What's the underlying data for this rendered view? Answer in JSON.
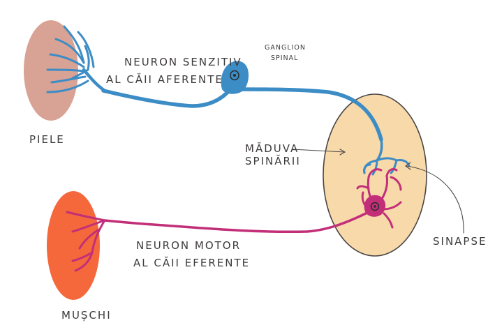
{
  "labels": {
    "skin": "PIELE",
    "muscle": "MUȘCHI",
    "sensory_neuron_line1": "NEURON SENZITIV",
    "sensory_neuron_line2": "AL CĂII AFERENTE",
    "ganglion_line1": "GANGLION",
    "ganglion_line2": "SPINAL",
    "spinal_cord_line1": "MĂDUVA",
    "spinal_cord_line2": "SPINĂRII",
    "synapse": "SINAPSE",
    "motor_neuron_line1": "NEURON MOTOR",
    "motor_neuron_line2": "AL CĂII EFERENTE"
  },
  "colors": {
    "skin": "#d8a294",
    "muscle": "#f4683c",
    "spinal_cord": "#f8d9aa",
    "spinal_cord_outline": "#4a4545",
    "sensory_neuron": "#3c8cc6",
    "motor_neuron": "#c22f78",
    "nucleus": "#2b2b2b",
    "text": "#3d3a3a"
  }
}
